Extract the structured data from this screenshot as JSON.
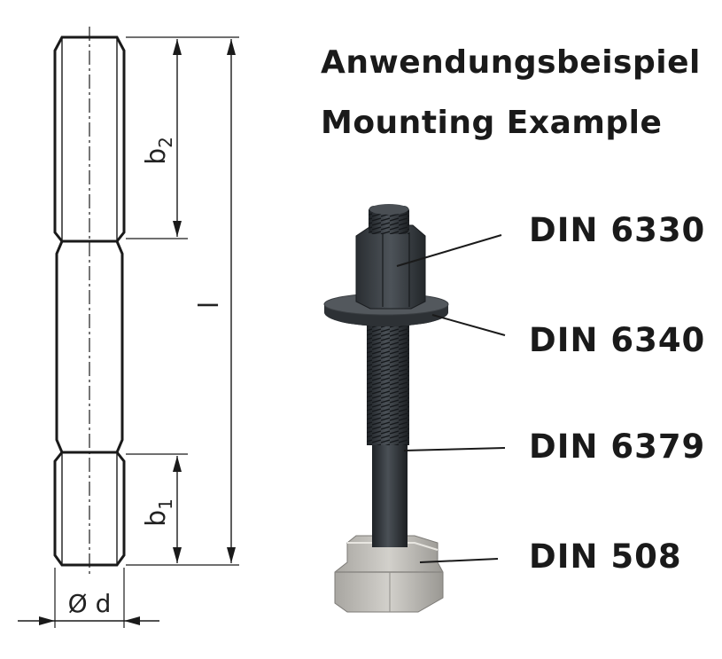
{
  "title_de": "Anwendungsbeispiel",
  "title_en": "Mounting Example",
  "drawing": {
    "label_b2_main": "b",
    "label_b2_sub": "2",
    "label_b1_main": "b",
    "label_b1_sub": "1",
    "label_l": "l",
    "label_d": "Ø d"
  },
  "parts": [
    {
      "label": "DIN 6330",
      "name": "nut"
    },
    {
      "label": "DIN 6340",
      "name": "washer"
    },
    {
      "label": "DIN 6379",
      "name": "stud"
    },
    {
      "label": "DIN 508",
      "name": "t-slot-nut"
    }
  ],
  "colors": {
    "line": "#1a1a1a",
    "steel_dark": "#2e3338",
    "steel_light": "#b9b7b2"
  }
}
